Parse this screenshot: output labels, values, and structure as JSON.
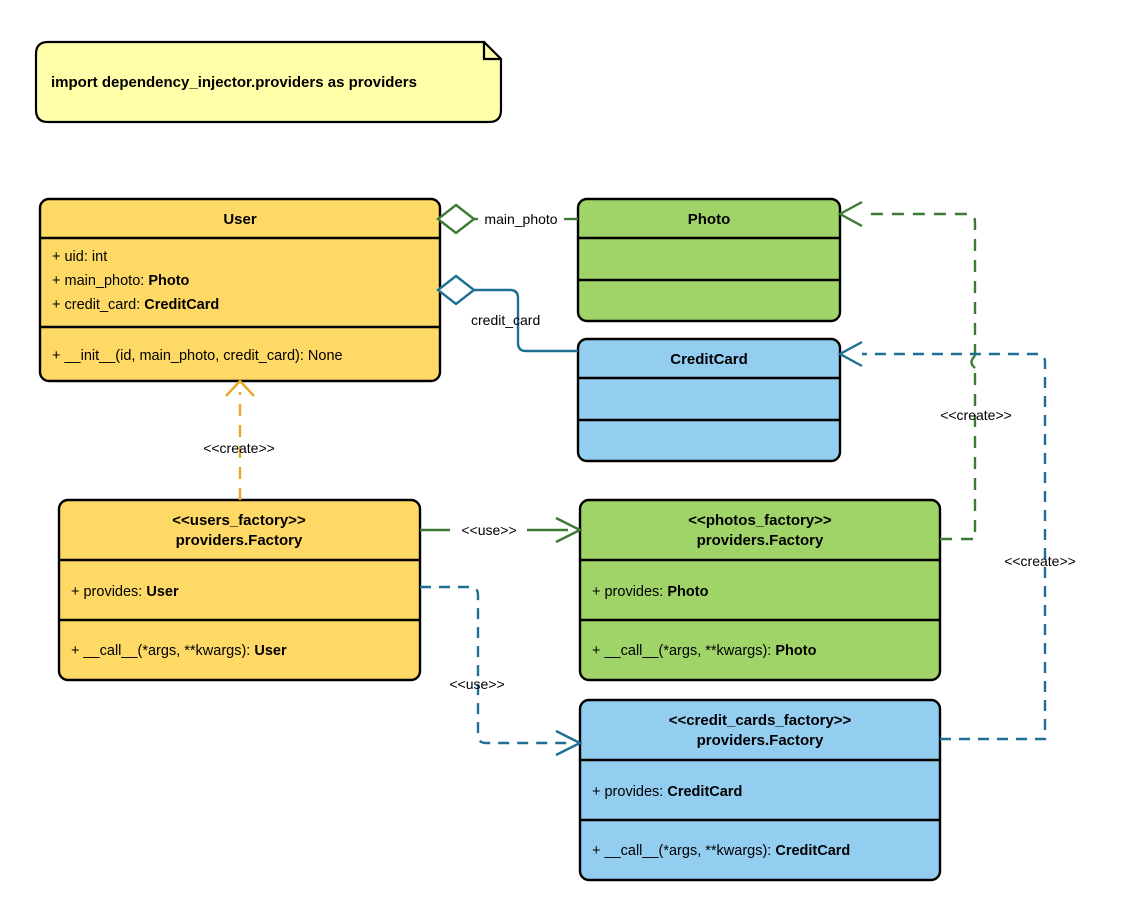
{
  "diagram": {
    "kind": "uml-class-diagram",
    "title": "Dependency Injector factory providers class diagram",
    "background": "#ffffff"
  },
  "palette": {
    "yellow_fill": "#ffd966",
    "green_fill": "#a0d468",
    "blue_fill": "#93cdf0",
    "note_fill": "#ffffaa",
    "border": "#000000",
    "green_edge": "#3d7a33",
    "blue_edge": "#1f6f94",
    "amber_edge": "#e8a826"
  },
  "note": {
    "text": "import dependency_injector.providers as providers"
  },
  "classes": {
    "user": {
      "name": "User",
      "fill": "#ffd966",
      "attributes": [
        {
          "text": "+ uid: int",
          "plain": "+ uid: ",
          "bold": ""
        },
        {
          "text": "+ main_photo: Photo",
          "plain": "+ main_photo: ",
          "bold": "Photo"
        },
        {
          "text": "+ credit_card: CreditCard",
          "plain": "+ credit_card: ",
          "bold": "CreditCard"
        }
      ],
      "methods": [
        {
          "text": "+ __init__(id, main_photo, credit_card): None",
          "plain": "+ __init__(id, main_photo, credit_card): None",
          "bold": ""
        }
      ]
    },
    "photo": {
      "name": "Photo",
      "fill": "#a0d468",
      "attributes": [],
      "methods": []
    },
    "credit_card": {
      "name": "CreditCard",
      "fill": "#93cdf0",
      "attributes": [],
      "methods": []
    },
    "users_factory": {
      "stereotype": "<<users_factory>>",
      "name": "providers.Factory",
      "fill": "#ffd966",
      "attributes": [
        {
          "plain": "+ provides: ",
          "bold": "User"
        }
      ],
      "methods": [
        {
          "plain": "+ __call__(*args, **kwargs): ",
          "bold": "User"
        }
      ]
    },
    "photos_factory": {
      "stereotype": "<<photos_factory>>",
      "name": "providers.Factory",
      "fill": "#a0d468",
      "attributes": [
        {
          "plain": "+ provides: ",
          "bold": "Photo"
        }
      ],
      "methods": [
        {
          "plain": "+ __call__(*args, **kwargs): ",
          "bold": "Photo"
        }
      ]
    },
    "credit_cards_factory": {
      "stereotype": "<<credit_cards_factory>>",
      "name": "providers.Factory",
      "fill": "#93cdf0",
      "attributes": [
        {
          "plain": "+ provides: ",
          "bold": "CreditCard"
        }
      ],
      "methods": [
        {
          "plain": "+ __call__(*args, **kwargs): ",
          "bold": "CreditCard"
        }
      ]
    }
  },
  "edges": {
    "user_main_photo": {
      "label": "main_photo",
      "from": "User",
      "to": "Photo",
      "type": "aggregation",
      "color": "#3d7a33"
    },
    "user_credit_card": {
      "label": "credit_card",
      "from": "User",
      "to": "CreditCard",
      "type": "aggregation",
      "color": "#1f6f94"
    },
    "users_factory_create_user": {
      "label": "<<create>>",
      "from": "users_factory",
      "to": "User",
      "type": "dependency",
      "color": "#e8a826"
    },
    "users_factory_use_photos": {
      "label": "<<use>>",
      "from": "users_factory",
      "to": "photos_factory",
      "type": "dependency",
      "color": "#3d7a33"
    },
    "users_factory_use_credit_cards": {
      "label": "<<use>>",
      "from": "users_factory",
      "to": "credit_cards_factory",
      "type": "dependency",
      "color": "#1f6f94"
    },
    "photos_factory_create_photo": {
      "label": "<<create>>",
      "from": "photos_factory",
      "to": "Photo",
      "type": "dependency",
      "color": "#3d7a33"
    },
    "credit_cards_factory_create_credit_card": {
      "label": "<<create>>",
      "from": "credit_cards_factory",
      "to": "CreditCard",
      "type": "dependency",
      "color": "#1f6f94"
    }
  }
}
